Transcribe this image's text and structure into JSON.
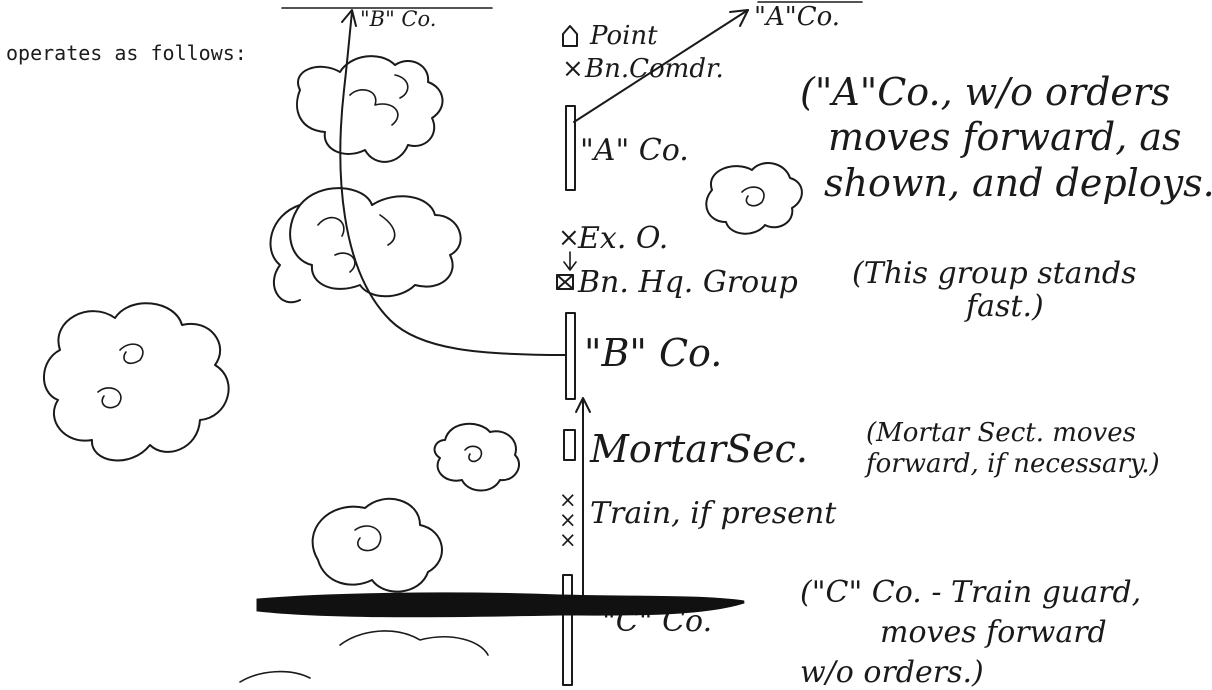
{
  "intro_text": "operates as follows:",
  "labels": {
    "b_co_top": "\"B\" Co.",
    "a_co_top": "\"A\"Co.",
    "point": "Point",
    "bn_comdr": "Bn.Comdr.",
    "a_co": "\"A\" Co.",
    "ex_o": "Ex. O.",
    "bn_hq_group": "Bn. Hq. Group",
    "b_co": "\"B\" Co.",
    "mortar_sec": "MortarSec.",
    "train": "Train, if present",
    "c_co": "\"C\" Co."
  },
  "notes": {
    "a_co_note": [
      "(\"A\"Co., w/o orders",
      "moves forward, as",
      "shown, and deploys.)"
    ],
    "hq_note": [
      "(This group stands",
      "fast.)"
    ],
    "mortar_note": [
      "(Mortar Sect. moves",
      "forward, if necessary.)"
    ],
    "c_co_note": [
      "(\"C\" Co. - Train guard,",
      "moves forward",
      "w/o orders.)"
    ]
  },
  "colors": {
    "ink": "#1a1a1a",
    "paper": "#ffffff"
  }
}
